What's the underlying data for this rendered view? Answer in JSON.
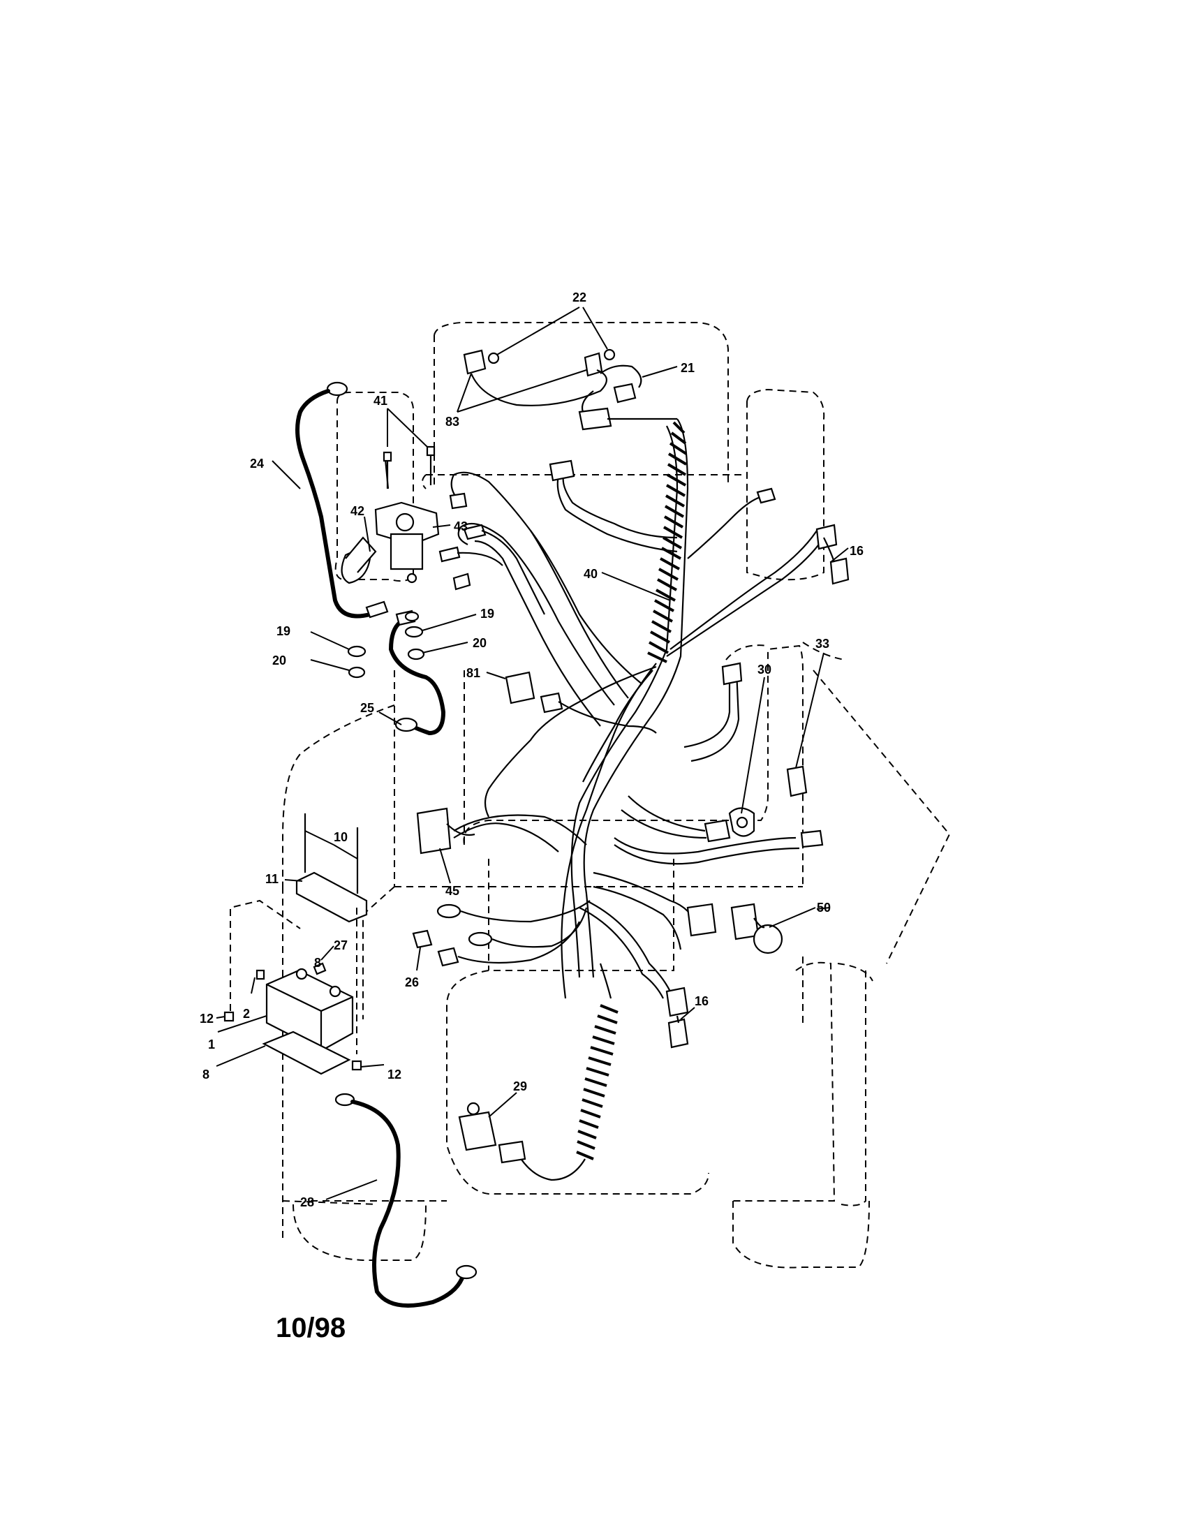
{
  "diagram": {
    "callouts": {
      "c22": "22",
      "c21": "21",
      "c83": "83",
      "c41": "41",
      "c24": "24",
      "c42": "42",
      "c43": "43",
      "c40": "40",
      "c16a": "16",
      "c19a": "19",
      "c19b": "19",
      "c20a": "20",
      "c20b": "20",
      "c81": "81",
      "c30": "30",
      "c33": "33",
      "c25": "25",
      "c10": "10",
      "c11": "11",
      "c45": "45",
      "c50": "50",
      "c27": "27",
      "c8top": "8",
      "c12a": "12",
      "c2": "2",
      "c1": "1",
      "c8": "8",
      "c12b": "12",
      "c26": "26",
      "c16b": "16",
      "c29": "29",
      "c28": "28"
    },
    "date_code": "10/98"
  }
}
